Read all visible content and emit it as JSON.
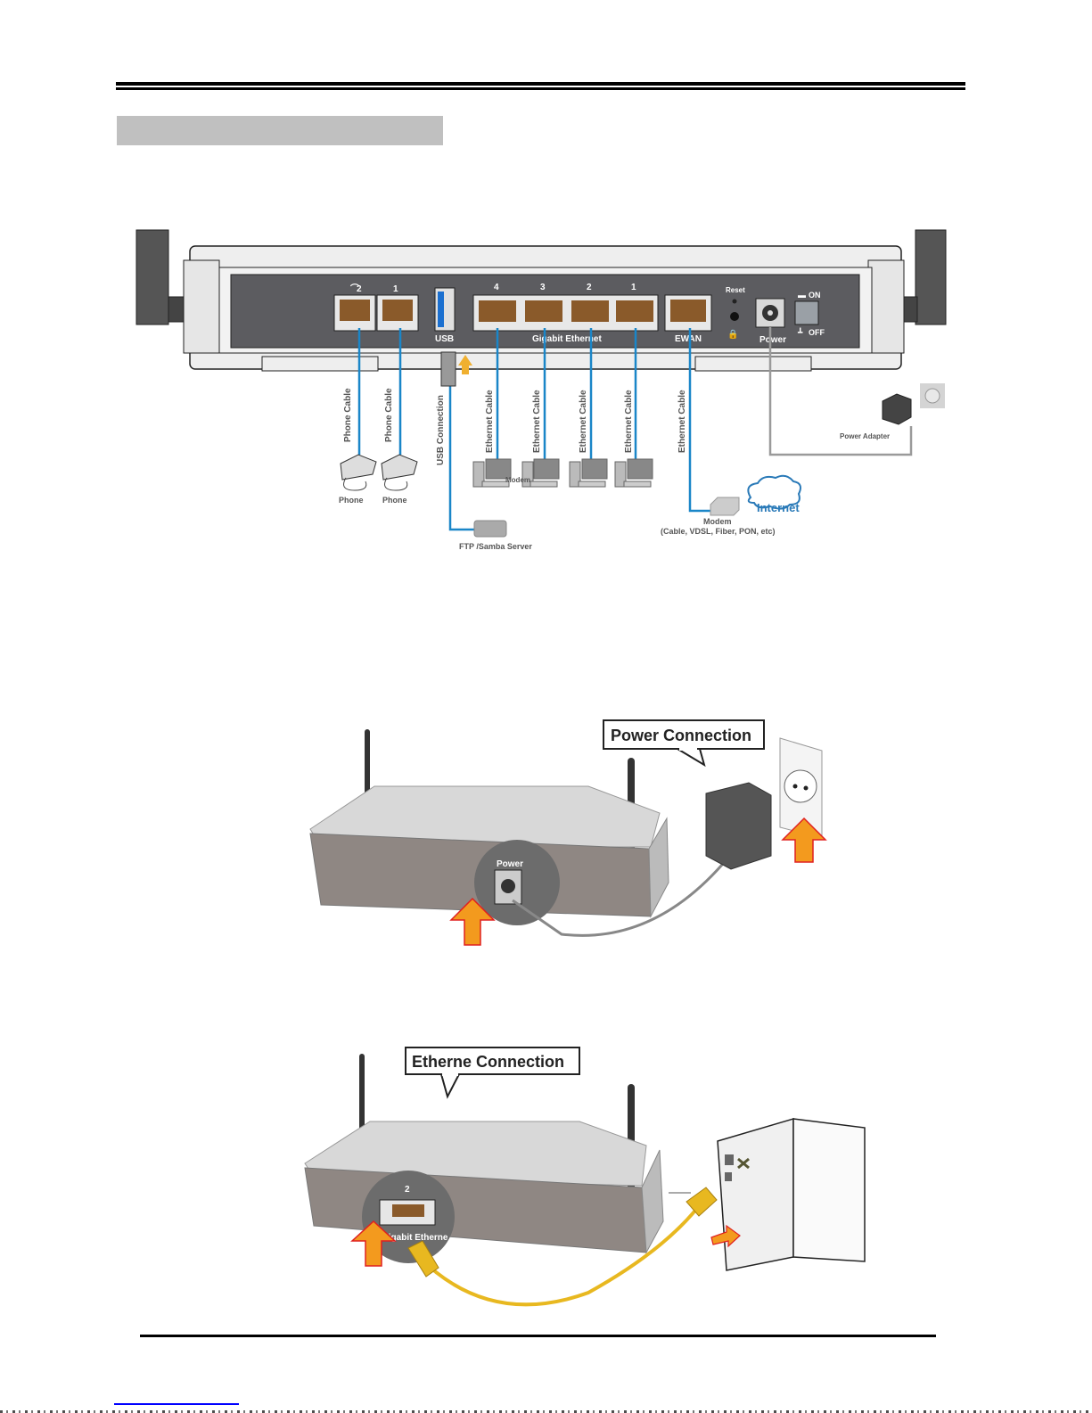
{
  "header": {
    "section_bar_text": ""
  },
  "back_panel_diagram": {
    "ports": {
      "phone2": "2",
      "phone1": "1",
      "usb": "USB",
      "lan4": "4",
      "lan3": "3",
      "lan2": "2",
      "lan1": "1",
      "lan_group": "Gigabit Ethernet",
      "ewan": "EWAN",
      "reset": "Reset",
      "power": "Power",
      "switch_on": "ON",
      "switch_off": "OFF"
    },
    "cables": {
      "phone_cable_1": "Phone Cable",
      "phone_cable_2": "Phone Cable",
      "usb_connection": "USB Connection",
      "ethernet_cable_1": "Ethernet Cable",
      "ethernet_cable_2": "Ethernet Cable",
      "ethernet_cable_3": "Ethernet Cable",
      "ethernet_cable_4": "Ethernet Cable",
      "ethernet_cable_wan": "Ethernet Cable"
    },
    "devices": {
      "phone_1": "Phone",
      "phone_2": "Phone",
      "ftp_server": "FTP /Samba Server",
      "pc_overlap_text": "Modem",
      "modem": "Modem",
      "modem_types": "(Cable, VDSL, Fiber, PON, etc)",
      "internet": "Internet",
      "power_adapter": "Power Adapter"
    },
    "colors": {
      "cable_blue": "#1a86c8",
      "power_cable_gray": "#9a9a9a",
      "panel_dark": "#5c5c60",
      "arrow_orange": "#f39a1e",
      "arrow_outline": "#e02020"
    }
  },
  "power_connection": {
    "callout": "Power Connection",
    "port_label": "Power"
  },
  "ethernet_connection": {
    "callout": "Etherne Connection",
    "port_number": "2",
    "port_label": "Gigabit Etherne",
    "cable_color": "#e8b820"
  }
}
